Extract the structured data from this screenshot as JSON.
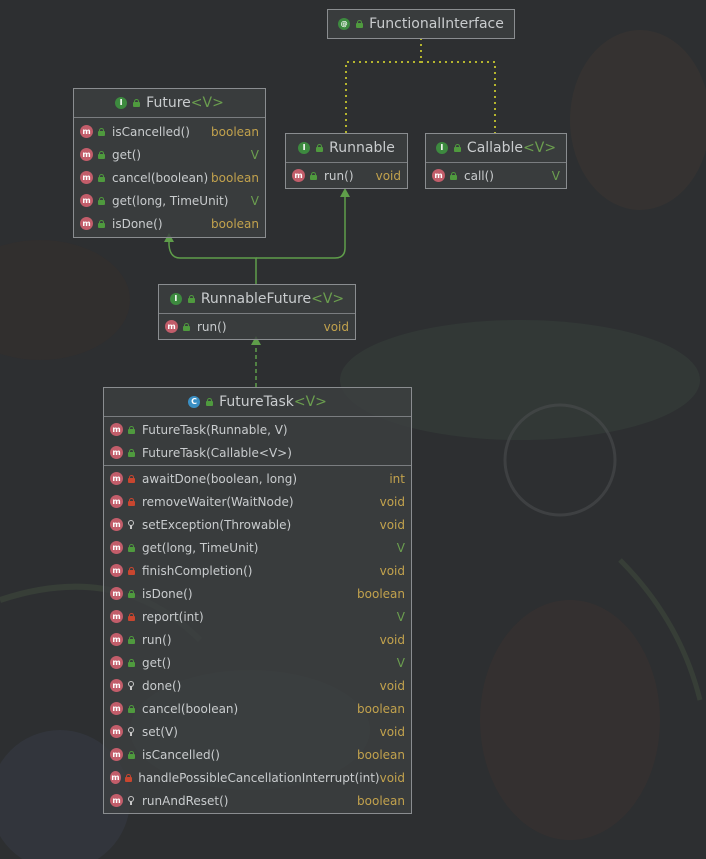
{
  "diagram": {
    "functional_interface": {
      "name": "FunctionalInterface"
    },
    "future": {
      "name": "Future",
      "generic": "<V>",
      "methods": [
        {
          "name": "isCancelled()",
          "ret": "boolean"
        },
        {
          "name": "get()",
          "ret": "V"
        },
        {
          "name": "cancel(boolean)",
          "ret": "boolean"
        },
        {
          "name": "get(long, TimeUnit)",
          "ret": "V"
        },
        {
          "name": "isDone()",
          "ret": "boolean"
        }
      ]
    },
    "runnable": {
      "name": "Runnable",
      "methods": [
        {
          "name": "run()",
          "ret": "void"
        }
      ]
    },
    "callable": {
      "name": "Callable",
      "generic": "<V>",
      "methods": [
        {
          "name": "call()",
          "ret": "V"
        }
      ]
    },
    "runnable_future": {
      "name": "RunnableFuture",
      "generic": "<V>",
      "methods": [
        {
          "name": "run()",
          "ret": "void"
        }
      ]
    },
    "future_task": {
      "name": "FutureTask",
      "generic": "<V>",
      "constructors": [
        {
          "name": "FutureTask(Runnable, V)",
          "ret": ""
        },
        {
          "name": "FutureTask(Callable<V>)",
          "ret": ""
        }
      ],
      "methods": [
        {
          "name": "awaitDone(boolean, long)",
          "ret": "int",
          "vis": "private"
        },
        {
          "name": "removeWaiter(WaitNode)",
          "ret": "void",
          "vis": "private"
        },
        {
          "name": "setException(Throwable)",
          "ret": "void",
          "vis": "protected"
        },
        {
          "name": "get(long, TimeUnit)",
          "ret": "V",
          "vis": "public"
        },
        {
          "name": "finishCompletion()",
          "ret": "void",
          "vis": "private"
        },
        {
          "name": "isDone()",
          "ret": "boolean",
          "vis": "public"
        },
        {
          "name": "report(int)",
          "ret": "V",
          "vis": "private"
        },
        {
          "name": "run()",
          "ret": "void",
          "vis": "public"
        },
        {
          "name": "get()",
          "ret": "V",
          "vis": "public"
        },
        {
          "name": "done()",
          "ret": "void",
          "vis": "protected"
        },
        {
          "name": "cancel(boolean)",
          "ret": "boolean",
          "vis": "public"
        },
        {
          "name": "set(V)",
          "ret": "void",
          "vis": "protected"
        },
        {
          "name": "isCancelled()",
          "ret": "boolean",
          "vis": "public"
        },
        {
          "name": "handlePossibleCancellationInterrupt(int)",
          "ret": "void",
          "vis": "private"
        },
        {
          "name": "runAndReset()",
          "ret": "boolean",
          "vis": "protected"
        }
      ]
    }
  },
  "colors": {
    "node_bg": "#3c3f41",
    "border": "#8a8d90",
    "text": "#c9ccce",
    "return_type": "#c2a24d",
    "generic": "#6b9e4f",
    "impl_edge": "#5f9e4a",
    "annotation_edge": "#b5b52e"
  },
  "icons": {
    "interface": "interface-icon",
    "class": "class-icon",
    "annotation": "annotation-icon",
    "method": "method-icon",
    "public": "unlock-icon",
    "private": "lock-icon",
    "protected": "key-icon"
  }
}
